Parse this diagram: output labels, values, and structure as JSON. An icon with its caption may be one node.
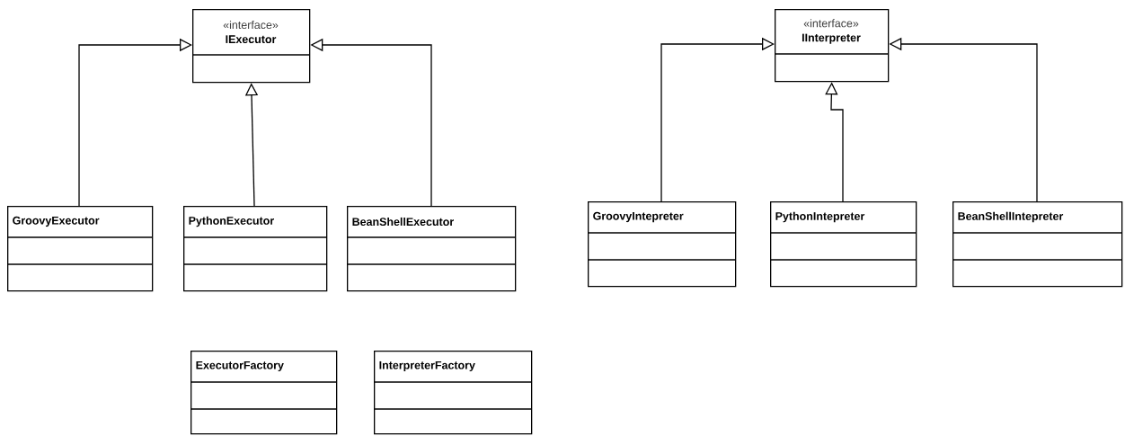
{
  "diagram": {
    "nodes": [
      {
        "text": [
          "«interface»",
          "IExecutor"
        ]
      },
      {
        "text": [
          "«interface»",
          "IInterpreter"
        ]
      },
      {
        "text": [
          "GroovyExecutor"
        ]
      },
      {
        "text": [
          "PythonExecutor"
        ]
      },
      {
        "text": [
          "BeanShellExecutor"
        ]
      },
      {
        "text": [
          "GroovyIntepreter"
        ]
      },
      {
        "text": [
          "PythonIntepreter"
        ]
      },
      {
        "text": [
          "BeanShellIntepreter"
        ]
      },
      {
        "text": [
          "ExecutorFactory"
        ]
      },
      {
        "text": [
          "InterpreterFactory"
        ]
      }
    ],
    "edges": [
      {
        "from": 2,
        "to": 0,
        "arrow": "to"
      },
      {
        "from": 3,
        "to": 0,
        "arrow": "to"
      },
      {
        "from": 4,
        "to": 0,
        "arrow": "to"
      },
      {
        "from": 5,
        "to": 1,
        "arrow": "to"
      },
      {
        "from": 6,
        "to": 1,
        "arrow": "to"
      },
      {
        "from": 7,
        "to": 1,
        "arrow": "to"
      }
    ]
  }
}
